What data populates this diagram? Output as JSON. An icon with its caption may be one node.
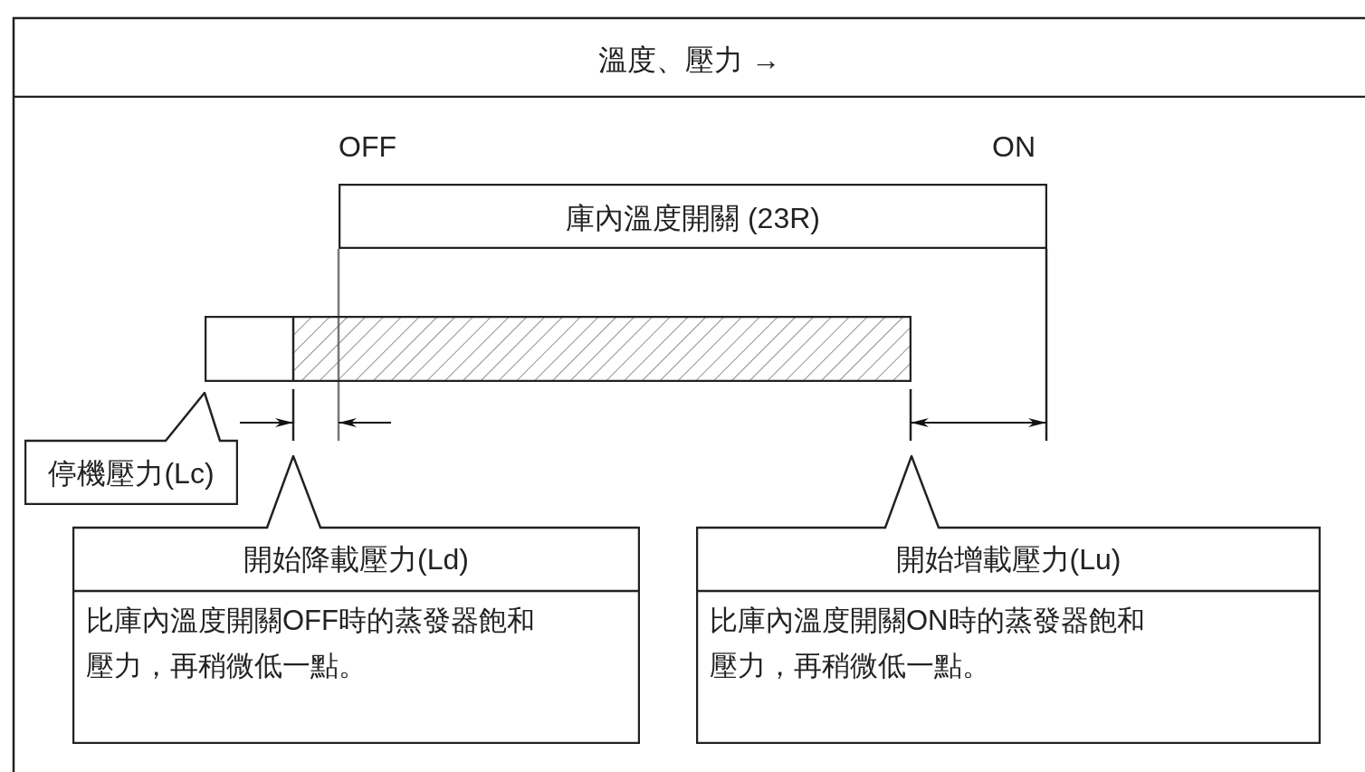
{
  "diagram": {
    "nodes": [
      {
        "text": [
          "溫度、壓力 →"
        ]
      },
      {
        "text": [
          "庫內溫度開關 (23R)"
        ]
      },
      {
        "text": [],
        "shape": "bar"
      },
      {
        "text": [
          "停機壓力(Lc)"
        ]
      },
      {
        "text": [
          "開始降載壓力(Ld)",
          "比庫內溫度開關OFF時的蒸發器飽和壓力，再稍微低一點。"
        ]
      },
      {
        "text": [
          "開始增載壓力(Lu)",
          "比庫內溫度開關ON時的蒸發器飽和壓力，再稍微低一點。"
        ]
      }
    ],
    "labels": [
      "OFF",
      "ON"
    ]
  }
}
